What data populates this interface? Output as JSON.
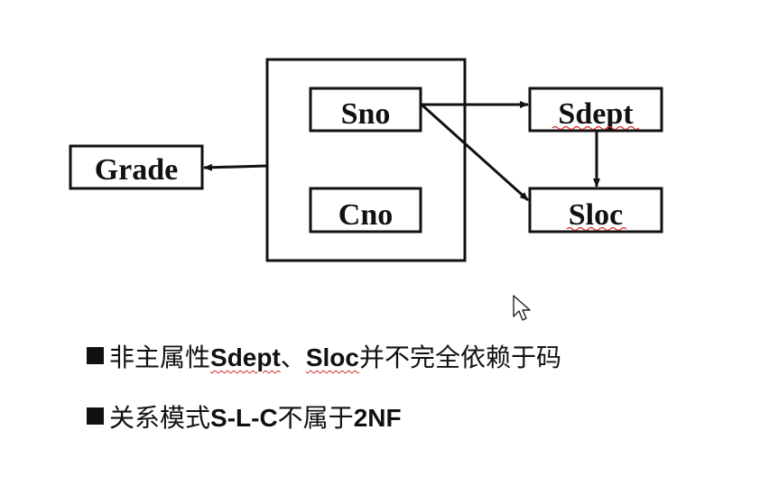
{
  "diagram": {
    "nodes": {
      "grade": "Grade",
      "sno": "Sno",
      "cno": "Cno",
      "sdept": "Sdept",
      "sloc": "Sloc"
    },
    "edges": [
      {
        "from": "sno-cno-group",
        "to": "grade"
      },
      {
        "from": "sno",
        "to": "sdept"
      },
      {
        "from": "sno",
        "to": "sloc"
      },
      {
        "from": "sdept",
        "to": "sloc"
      }
    ]
  },
  "bullets": {
    "line1": {
      "prefix": "非主属性",
      "term1": "Sdept",
      "sep": "、",
      "term2": "Sloc",
      "suffix": "并不完全依赖于码"
    },
    "line2": {
      "prefix": "关系模式",
      "term": "S-L-C",
      "suffix": "不属于",
      "form": "2NF"
    }
  },
  "cursor": {
    "icon": "mouse-pointer-icon"
  }
}
